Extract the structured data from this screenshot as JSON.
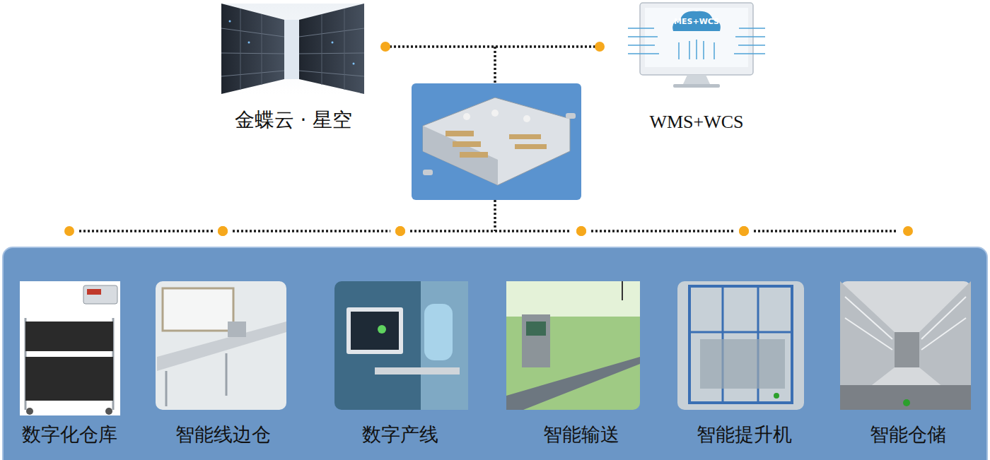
{
  "diagram": {
    "nodes": [
      {
        "text": [
          "金蝶云 · 星空"
        ]
      },
      {
        "text": [
          "MES+WCS",
          "WMS+WCS"
        ]
      },
      {
        "text": [
          "数字化仓库"
        ]
      },
      {
        "text": [
          "智能线边仓"
        ]
      },
      {
        "text": [
          "数字产线"
        ]
      },
      {
        "text": [
          "智能输送"
        ]
      },
      {
        "text": [
          "智能提升机"
        ]
      },
      {
        "text": [
          "智能仓储"
        ]
      }
    ],
    "edges": [
      {
        "from": 0,
        "to": 1,
        "arrow": "none"
      },
      {
        "from": 2,
        "to": 3,
        "arrow": "none"
      },
      {
        "from": 3,
        "to": 4,
        "arrow": "none"
      },
      {
        "from": 4,
        "to": 5,
        "arrow": "none"
      },
      {
        "from": 5,
        "to": 6,
        "arrow": "none"
      },
      {
        "from": 6,
        "to": 7,
        "arrow": "none"
      }
    ]
  }
}
